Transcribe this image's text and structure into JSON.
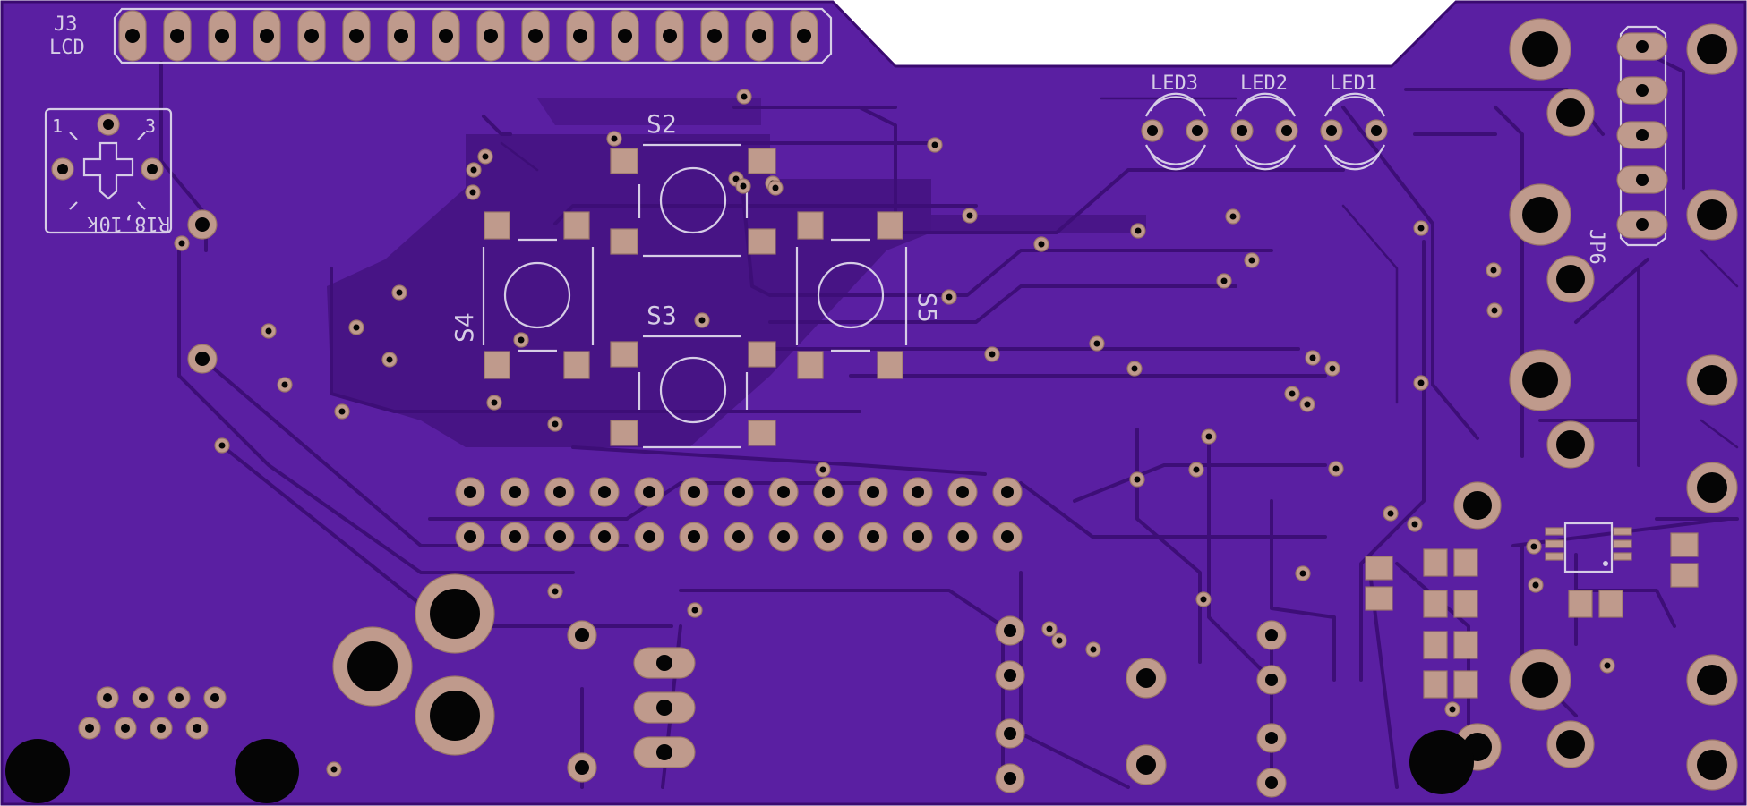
{
  "board": {
    "colors": {
      "board": "#5a1fa2",
      "copper_pour": "#380b6e",
      "trace": "#3d0e77",
      "pad": "#bf9a8c",
      "silkscreen": "#d6cde6",
      "drill": "#050505",
      "cutout": "#ffffff"
    }
  },
  "labels": {
    "j3": "J3",
    "lcd": "LCD",
    "led3": "LED3",
    "led2": "LED2",
    "led1": "LED1",
    "s2": "S2",
    "s3": "S3",
    "s4": "S4",
    "s5": "S5",
    "jp6": "JP6",
    "r18": "R18,10k",
    "pot_pin1": "1",
    "pot_pin3": "3"
  }
}
